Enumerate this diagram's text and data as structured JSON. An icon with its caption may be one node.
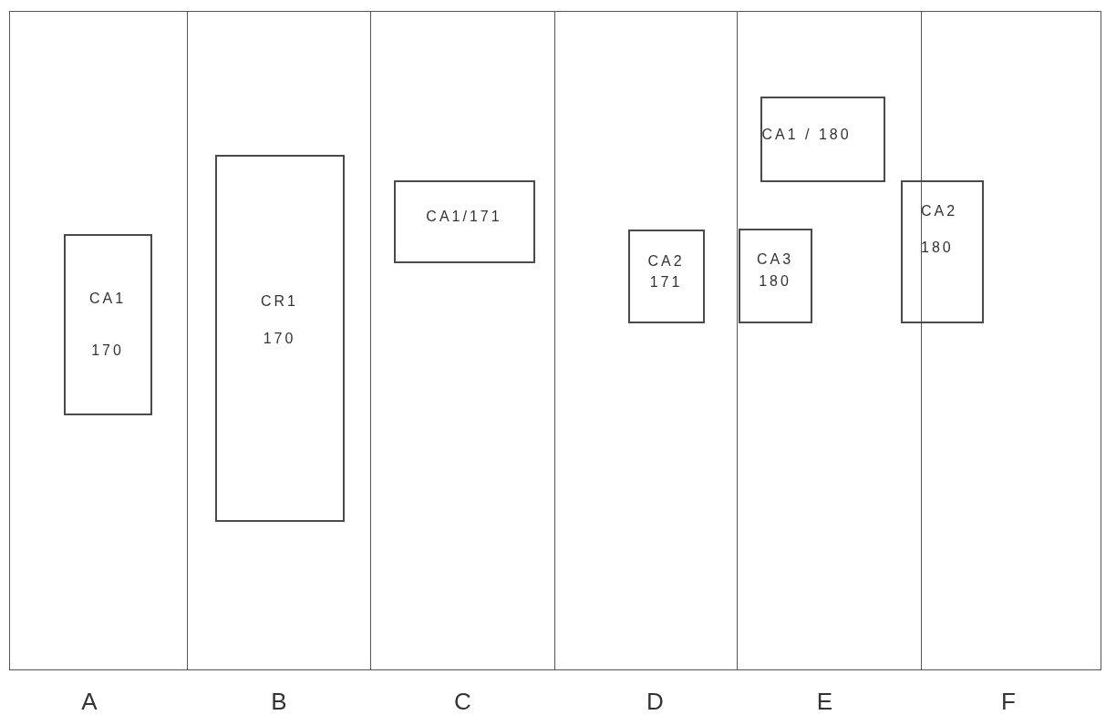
{
  "diagram": {
    "nodes": [
      {
        "text": [
          "A"
        ]
      },
      {
        "text": [
          "B"
        ]
      },
      {
        "text": [
          "C"
        ]
      },
      {
        "text": [
          "D"
        ]
      },
      {
        "text": [
          "E"
        ]
      },
      {
        "text": [
          "F"
        ]
      },
      {
        "text": [
          "CA1",
          "170"
        ],
        "in": 0
      },
      {
        "text": [
          "CR1",
          "170"
        ],
        "in": 1
      },
      {
        "text": [
          "CA1/171"
        ],
        "in": 2
      },
      {
        "text": [
          "CA2",
          "171"
        ],
        "in": 3
      },
      {
        "text": [
          "CA1 / 180"
        ],
        "in": 4
      },
      {
        "text": [
          "CA3",
          "180"
        ],
        "in": 4
      },
      {
        "text": [
          "CA2",
          "180"
        ]
      }
    ]
  }
}
